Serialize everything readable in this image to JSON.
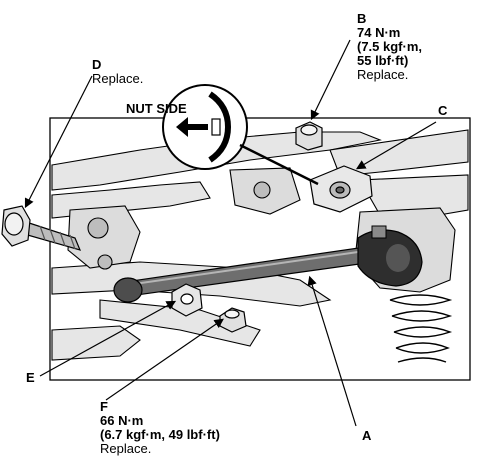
{
  "callouts": {
    "A": {
      "letter": "A"
    },
    "B": {
      "letter": "B",
      "torque_nm": "74 N·m",
      "torque_line2": "(7.5 kgf·m,",
      "torque_line3": "55 lbf·ft)",
      "action": "Replace."
    },
    "C": {
      "letter": "C"
    },
    "D": {
      "letter": "D",
      "action": "Replace."
    },
    "E": {
      "letter": "E"
    },
    "F": {
      "letter": "F",
      "torque_nm": "66 N·m",
      "torque_line2": "(6.7 kgf·m, 49 lbf·ft)",
      "action": "Replace."
    }
  },
  "inset": {
    "label": "NUT SIDE"
  },
  "colors": {
    "ink": "#000000",
    "part_fill": "#d4d4d4",
    "shadow": "#8a8a8a",
    "background": "#ffffff"
  }
}
